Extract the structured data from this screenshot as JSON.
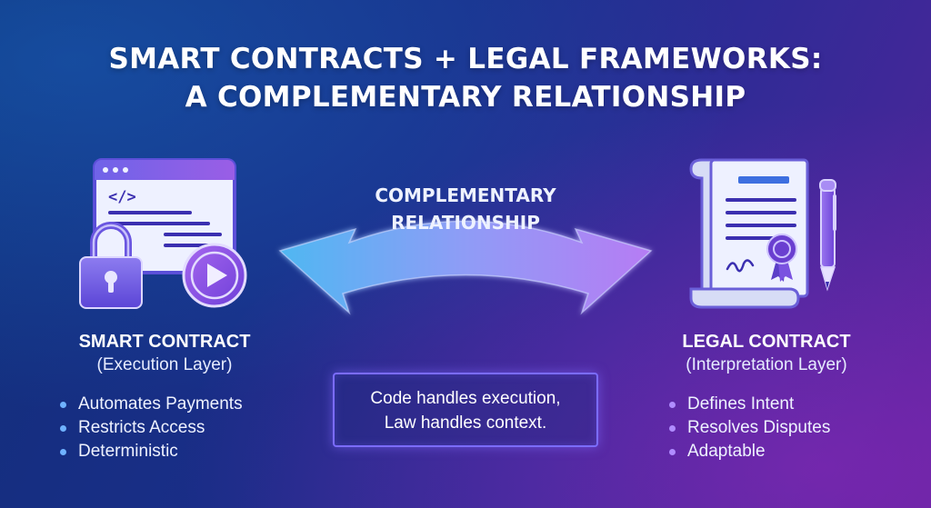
{
  "title": {
    "line1": "SMART CONTRACTS + LEGAL FRAMEWORKS:",
    "line2": "A COMPLEMENTARY RELATIONSHIP"
  },
  "center": {
    "label_line1": "COMPLEMENTARY",
    "label_line2": "RELATIONSHIP",
    "note_line1": "Code handles execution,",
    "note_line2": "Law handles context."
  },
  "left": {
    "name": "SMART CONTRACT",
    "layer": "(Execution Layer)",
    "icon": "code-window-icon",
    "code_glyph": "</>",
    "bullets": [
      "Automates Payments",
      "Restricts Access",
      "Deterministic"
    ]
  },
  "right": {
    "name": "LEGAL CONTRACT",
    "layer": "(Interpretation Layer)",
    "icon": "legal-scroll-icon",
    "bullets": [
      "Defines Intent",
      "Resolves Disputes",
      "Adaptable"
    ]
  },
  "colors": {
    "background_left": "#11307a",
    "background_right": "#55249a",
    "arrow_left": "#4fb7f2",
    "arrow_right": "#b67cf4",
    "icon_fill": "#eef1ff",
    "icon_accent": "#6a3fd0",
    "note_border": "#7b6cff"
  }
}
